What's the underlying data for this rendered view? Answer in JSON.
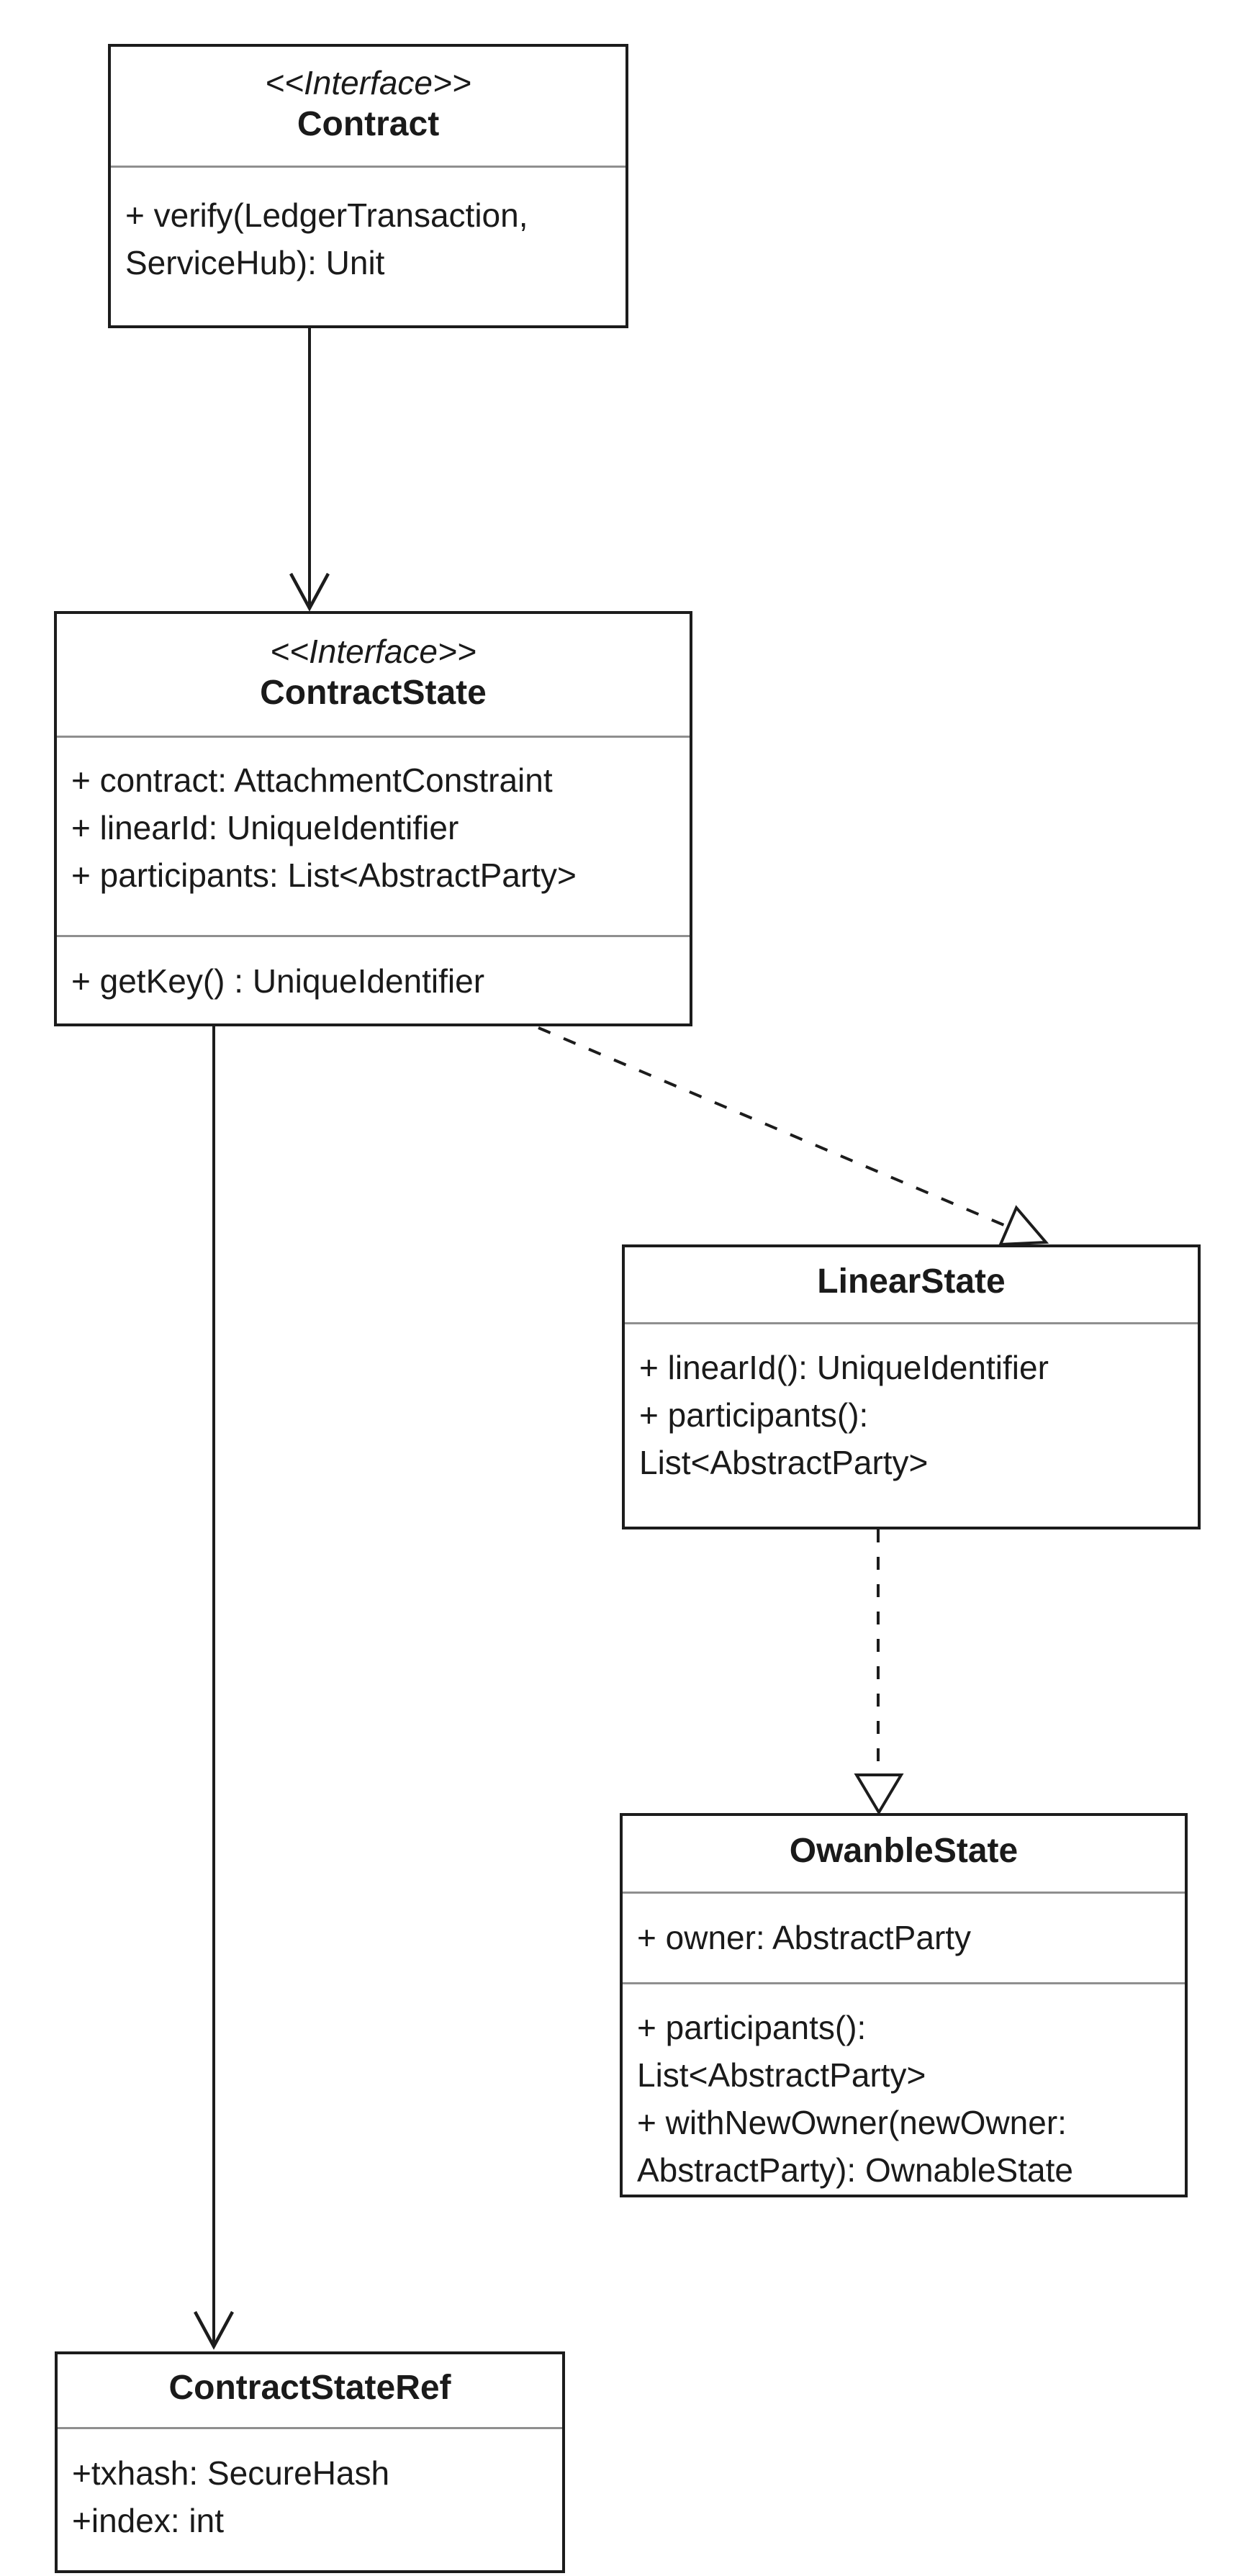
{
  "diagram": {
    "type": "uml-class-diagram",
    "colors": {
      "background": "#ffffff",
      "stroke": "#1c1c1c",
      "divider": "#8f8f8f",
      "box_fill": "#ffffff",
      "text": "#1a1a1a"
    },
    "classes": [
      {
        "name": "Contract",
        "stereotype": "<<Interface>>",
        "attributes": [],
        "methods": [
          "+ verify(LedgerTransaction,",
          "ServiceHub): Unit"
        ]
      },
      {
        "name": "ContractState",
        "stereotype": "<<Interface>>",
        "attributes": [
          "+ contract: AttachmentConstraint",
          "+ linearId: UniqueIdentifier",
          "+ participants: List<AbstractParty>"
        ],
        "methods": [
          "+ getKey() : UniqueIdentifier"
        ]
      },
      {
        "name": "LinearState",
        "stereotype": "",
        "attributes": [],
        "methods": [
          "+ linearId(): UniqueIdentifier",
          "+ participants():",
          "List<AbstractParty>"
        ]
      },
      {
        "name": "OwanbleState",
        "stereotype": "",
        "attributes": [
          "+ owner: AbstractParty"
        ],
        "methods": [
          "+ participants():",
          "List<AbstractParty>",
          "+ withNewOwner(newOwner:",
          "AbstractParty): OwnableState"
        ]
      },
      {
        "name": "ContractStateRef",
        "stereotype": "",
        "attributes": [
          "+txhash: SecureHash",
          "+index: int"
        ],
        "methods": []
      }
    ],
    "relationships": [
      {
        "source": "Contract",
        "target": "ContractState",
        "line": "solid",
        "arrowhead": "open-arrow"
      },
      {
        "source": "ContractState",
        "target": "ContractStateRef",
        "line": "solid",
        "arrowhead": "open-arrow"
      },
      {
        "source": "ContractState",
        "target": "LinearState",
        "line": "dashed",
        "arrowhead": "hollow-triangle"
      },
      {
        "source": "LinearState",
        "target": "OwanbleState",
        "line": "dashed",
        "arrowhead": "hollow-triangle"
      }
    ]
  }
}
